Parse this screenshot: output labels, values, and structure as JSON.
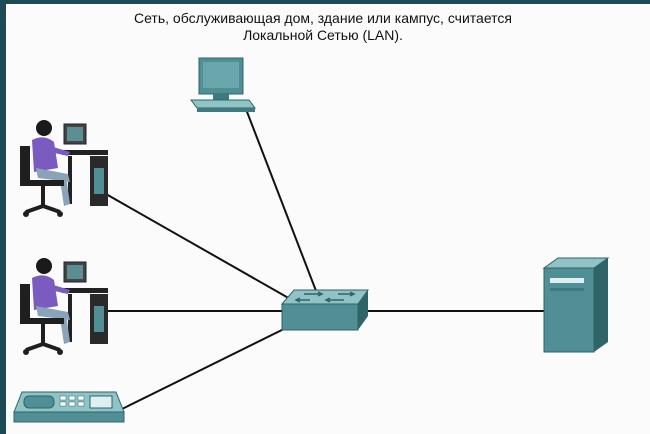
{
  "caption": {
    "line1": "Сеть, обслуживающая дом, здание или кампус, считается",
    "line2": "Локальной Сетью (LAN)."
  },
  "colors": {
    "frame": "#1d4a57",
    "background": "#fbfbfb",
    "device": "#4f8f95",
    "device_light": "#8fc3c6",
    "device_dark": "#2f6468",
    "link": "#111111",
    "person_shirt": "#7a5bbf",
    "furniture": "#222222"
  },
  "devices": [
    {
      "id": "pc-top",
      "icon": "desktop-computer-icon"
    },
    {
      "id": "workstation-1",
      "icon": "user-workstation-icon"
    },
    {
      "id": "workstation-2",
      "icon": "user-workstation-icon"
    },
    {
      "id": "ip-phone",
      "icon": "ip-phone-icon"
    },
    {
      "id": "switch",
      "icon": "network-switch-icon"
    },
    {
      "id": "server",
      "icon": "server-tower-icon"
    }
  ]
}
